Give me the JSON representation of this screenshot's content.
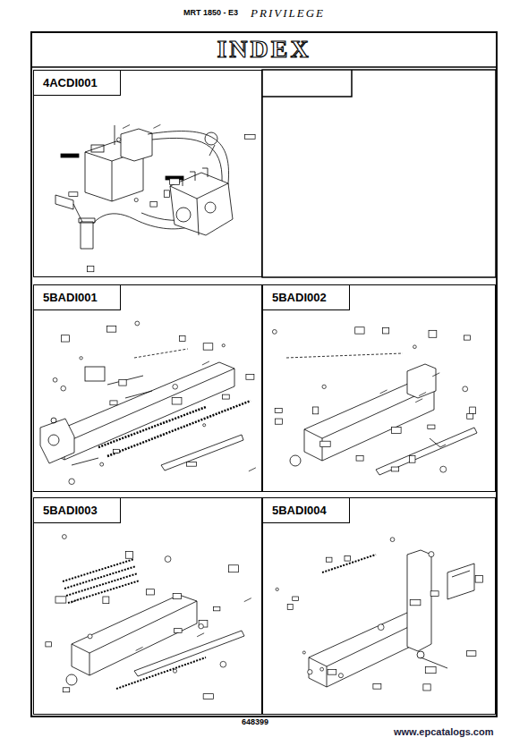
{
  "diagram": {
    "title": "INDEX",
    "nodes": [
      {
        "text": [
          "4ACDI001"
        ]
      },
      {
        "text": [
          "5BADI001"
        ]
      },
      {
        "text": [
          "5BADI002"
        ]
      },
      {
        "text": [
          "5BADI003"
        ]
      },
      {
        "text": [
          "5BADI004"
        ]
      }
    ],
    "labels": [
      "MRT 1850 - E3",
      "PRIVILEGE",
      "648399",
      "www.epcatalogs.com"
    ]
  }
}
